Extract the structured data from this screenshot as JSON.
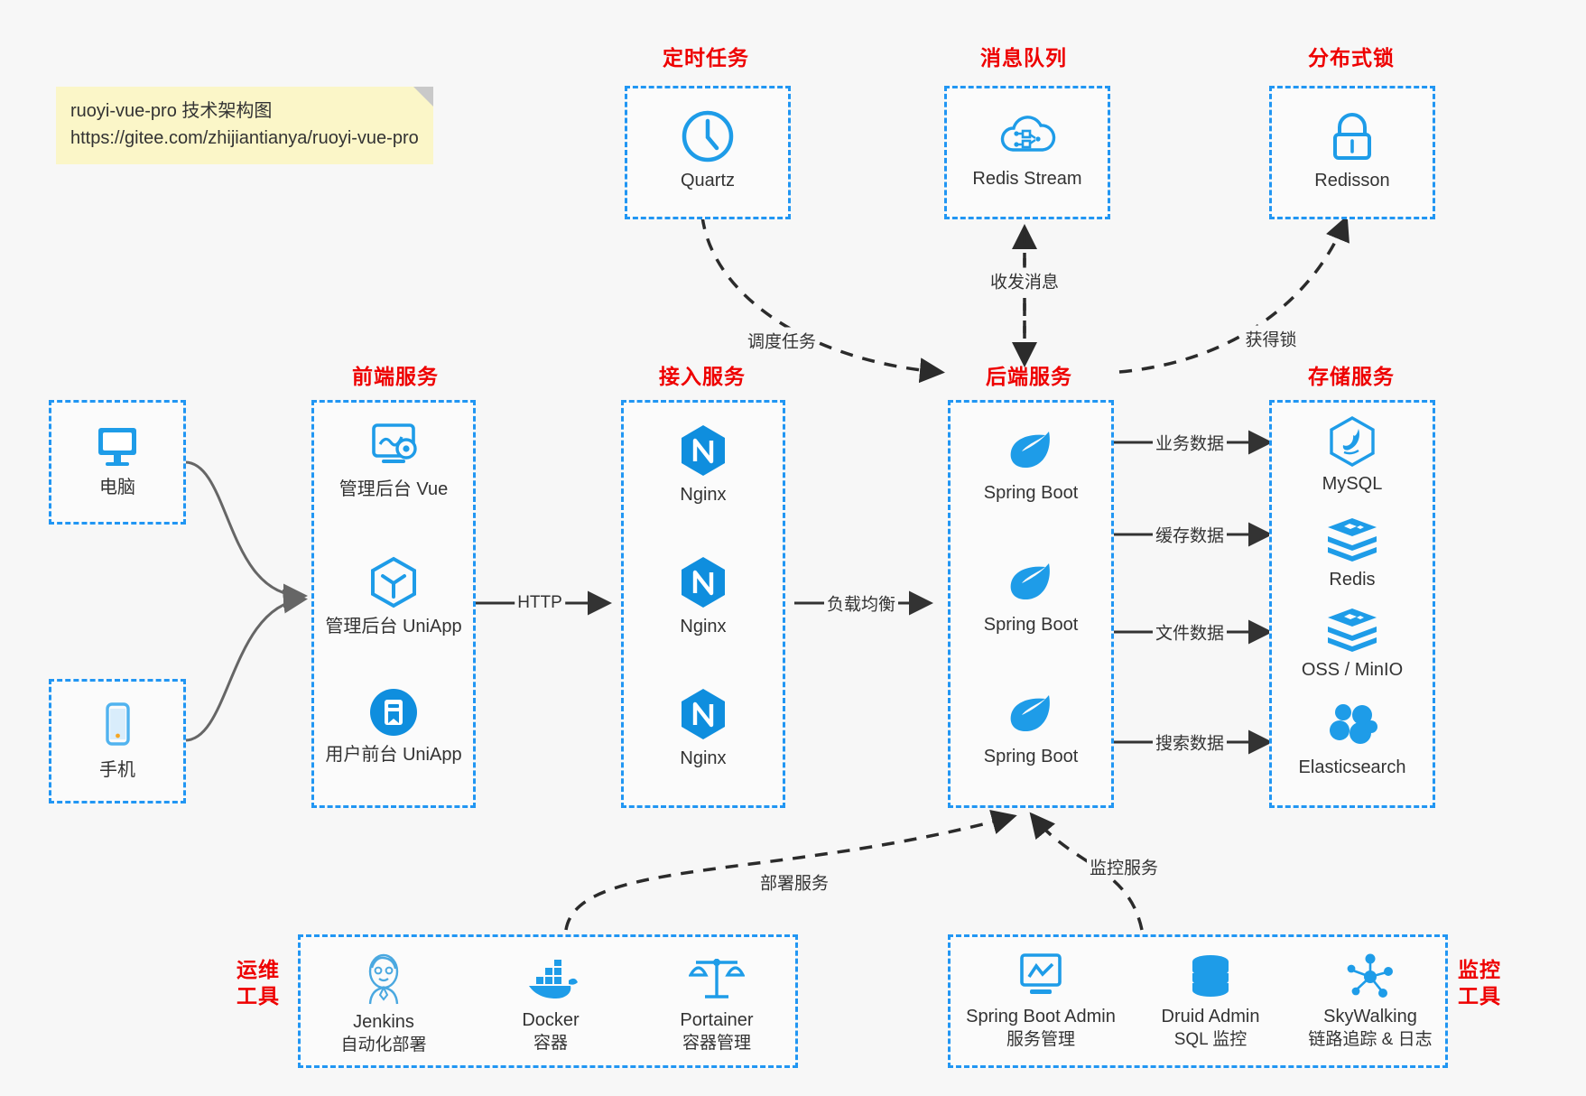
{
  "note": {
    "line1": "ruoyi-vue-pro 技术架构图",
    "line2": "https://gitee.com/zhijiantianya/ruoyi-vue-pro"
  },
  "colors": {
    "group_border": "#2196f3",
    "group_title": "#ee0000",
    "icon_blue": "#1e9ce8",
    "background": "#f7f7f7",
    "note_bg": "#fbf6c8",
    "edge_solid": "#333333",
    "edge_dashed": "#2b2b2b",
    "client_edge": "#666666"
  },
  "groups": {
    "scheduled_task": {
      "title": "定时任务",
      "items": [
        {
          "label": "Quartz",
          "icon": "clock-icon"
        }
      ]
    },
    "message_queue": {
      "title": "消息队列",
      "items": [
        {
          "label": "Redis Stream",
          "icon": "cloud-stream-icon"
        }
      ]
    },
    "distributed_lock": {
      "title": "分布式锁",
      "items": [
        {
          "label": "Redisson",
          "icon": "lock-icon"
        }
      ]
    },
    "clients": {
      "items": [
        {
          "label": "电脑",
          "icon": "desktop-icon"
        },
        {
          "label": "手机",
          "icon": "mobile-icon"
        }
      ]
    },
    "frontend": {
      "title": "前端服务",
      "items": [
        {
          "label": "管理后台 Vue",
          "icon": "dashboard-icon"
        },
        {
          "label": "管理后台 UniApp",
          "icon": "cube-icon"
        },
        {
          "label": "用户前台 UniApp",
          "icon": "app-circle-icon"
        }
      ]
    },
    "gateway": {
      "title": "接入服务",
      "items": [
        {
          "label": "Nginx",
          "icon": "nginx-icon"
        },
        {
          "label": "Nginx",
          "icon": "nginx-icon"
        },
        {
          "label": "Nginx",
          "icon": "nginx-icon"
        }
      ]
    },
    "backend": {
      "title": "后端服务",
      "items": [
        {
          "label": "Spring Boot",
          "icon": "spring-leaf-icon"
        },
        {
          "label": "Spring Boot",
          "icon": "spring-leaf-icon"
        },
        {
          "label": "Spring Boot",
          "icon": "spring-leaf-icon"
        }
      ]
    },
    "storage": {
      "title": "存储服务",
      "items": [
        {
          "label": "MySQL",
          "icon": "mysql-dolphin-icon"
        },
        {
          "label": "Redis",
          "icon": "redis-stack-icon"
        },
        {
          "label": "OSS / MinIO",
          "icon": "redis-stack-icon"
        },
        {
          "label": "Elasticsearch",
          "icon": "elasticsearch-icon"
        }
      ]
    },
    "devops": {
      "title_line1": "运维",
      "title_line2": "工具",
      "items": [
        {
          "name": "Jenkins",
          "desc": "自动化部署",
          "icon": "jenkins-butler-icon"
        },
        {
          "name": "Docker",
          "desc": "容器",
          "icon": "docker-whale-icon"
        },
        {
          "name": "Portainer",
          "desc": "容器管理",
          "icon": "scales-icon"
        }
      ]
    },
    "monitoring": {
      "title_line1": "监控",
      "title_line2": "工具",
      "items": [
        {
          "name": "Spring Boot Admin",
          "desc": "服务管理",
          "icon": "monitor-chart-icon"
        },
        {
          "name": "Druid Admin",
          "desc": "SQL 监控",
          "icon": "database-icon"
        },
        {
          "name": "SkyWalking",
          "desc": "链路追踪 & 日志",
          "icon": "skywalking-nodes-icon"
        }
      ]
    }
  },
  "edges": [
    {
      "id": "schedule",
      "label": "调度任务"
    },
    {
      "id": "mq",
      "label": "收发消息"
    },
    {
      "id": "lock",
      "label": "获得锁"
    },
    {
      "id": "http",
      "label": "HTTP"
    },
    {
      "id": "lb",
      "label": "负载均衡"
    },
    {
      "id": "biz",
      "label": "业务数据"
    },
    {
      "id": "cache",
      "label": "缓存数据"
    },
    {
      "id": "file",
      "label": "文件数据"
    },
    {
      "id": "search",
      "label": "搜索数据"
    },
    {
      "id": "deploy",
      "label": "部署服务"
    },
    {
      "id": "monitor",
      "label": "监控服务"
    }
  ]
}
